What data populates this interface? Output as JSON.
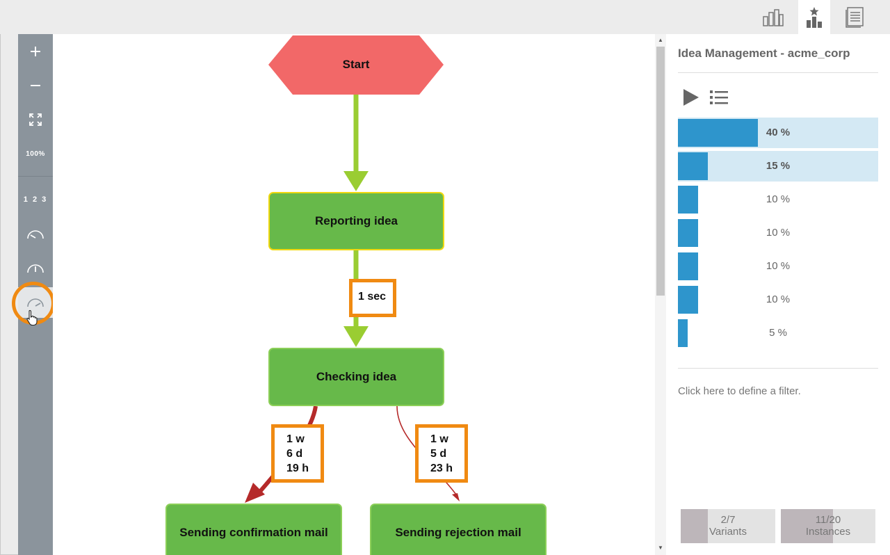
{
  "tabs": [
    {
      "name": "bar-chart-icon",
      "active": false
    },
    {
      "name": "starred-chart-icon",
      "active": true
    },
    {
      "name": "document-icon",
      "active": false
    }
  ],
  "toolbar": {
    "zoom_in": "zoom-in-icon",
    "zoom_out": "zoom-out-icon",
    "fit": "fit-screen-icon",
    "zoom_level": "100%",
    "numbers": "1 2 3",
    "gauge1": "gauge-low-icon",
    "gauge2": "gauge-mid-icon",
    "gauge3": "gauge-high-icon"
  },
  "diagram": {
    "start_label": "Start",
    "nodes": [
      "Reporting idea",
      "Checking idea",
      "Sending confirmation mail",
      "Sending rejection mail"
    ],
    "durations": {
      "reporting_to_checking": [
        "1 sec"
      ],
      "checking_to_confirmation": [
        "1 w",
        "6 d",
        "19 h"
      ],
      "checking_to_rejection": [
        "1 w",
        "5 d",
        "23 h"
      ]
    },
    "colors": {
      "start": "#f26868",
      "node": "#67b94a",
      "flow_main": "#9acd32",
      "flow_alt": "#b52a2a",
      "highlight": "#f08a12"
    }
  },
  "panel": {
    "title": "Idea Management - acme_corp",
    "play_icon": "play-icon",
    "list_icon": "list-icon",
    "variants": [
      {
        "pct": "40 %",
        "share": 0.4,
        "selected": true
      },
      {
        "pct": "15 %",
        "share": 0.15,
        "selected": true
      },
      {
        "pct": "10 %",
        "share": 0.1,
        "selected": false
      },
      {
        "pct": "10 %",
        "share": 0.1,
        "selected": false
      },
      {
        "pct": "10 %",
        "share": 0.1,
        "selected": false
      },
      {
        "pct": "10 %",
        "share": 0.1,
        "selected": false
      },
      {
        "pct": "5 %",
        "share": 0.05,
        "selected": false
      }
    ],
    "filter_link": "Click here to define a filter.",
    "variants_count": "2/7",
    "variants_label": "Variants",
    "variants_fraction": 0.2857,
    "instances_count": "11/20",
    "instances_label": "Instances",
    "instances_fraction": 0.55
  }
}
